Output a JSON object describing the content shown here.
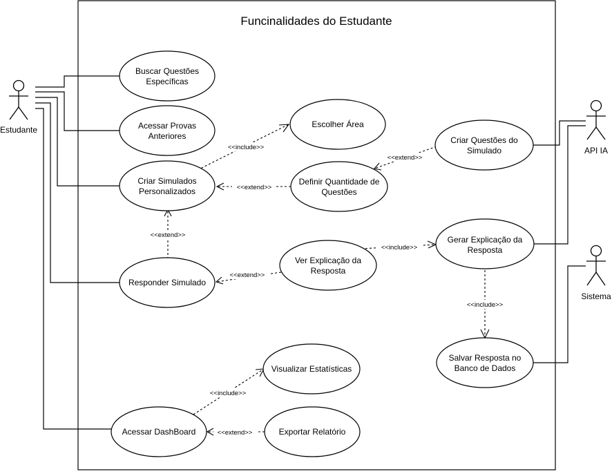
{
  "diagram": {
    "system_title": "Funcinalidades do Estudante",
    "actors": {
      "estudante": "Estudante",
      "api_ia": "API IA",
      "sistema": "Sistema"
    },
    "use_cases": {
      "buscar": [
        "Buscar Questões",
        "Específicas"
      ],
      "acessar_provas": [
        "Acessar Provas",
        "Anteriores"
      ],
      "criar_simulados": [
        "Criar Simulados",
        "Personalizados"
      ],
      "escolher_area": [
        "Escolher Área"
      ],
      "definir_quantidade": [
        "Definir Quantidade de",
        "Questões"
      ],
      "criar_questoes": [
        "Criar Questões do",
        "Simulado"
      ],
      "responder": [
        "Responder Simulado"
      ],
      "ver_explicacao": [
        "Ver Explicação da",
        "Resposta"
      ],
      "gerar_explicacao": [
        "Gerar Explicação da",
        "Resposta"
      ],
      "salvar_resposta": [
        "Salvar Resposta no",
        "Banco de Dados"
      ],
      "visualizar_estatisticas": [
        "Visualizar Estatísticas"
      ],
      "acessar_dashboard": [
        "Acessar DashBoard"
      ],
      "exportar_relatorio": [
        "Exportar Relatório"
      ]
    },
    "relations": {
      "criar_include_escolher": "<<include>>",
      "definir_extend_criar": "<<extend>>",
      "criarquestoes_extend_definir": "<<extend>>",
      "responder_extend_criar": "<<extend>>",
      "ver_extend_responder": "<<extend>>",
      "ver_include_gerar": "<<include>>",
      "gerar_include_salvar": "<<include>>",
      "dashboard_include_estatisticas": "<<include>>",
      "exportar_extend_dashboard": "<<extend>>"
    }
  }
}
